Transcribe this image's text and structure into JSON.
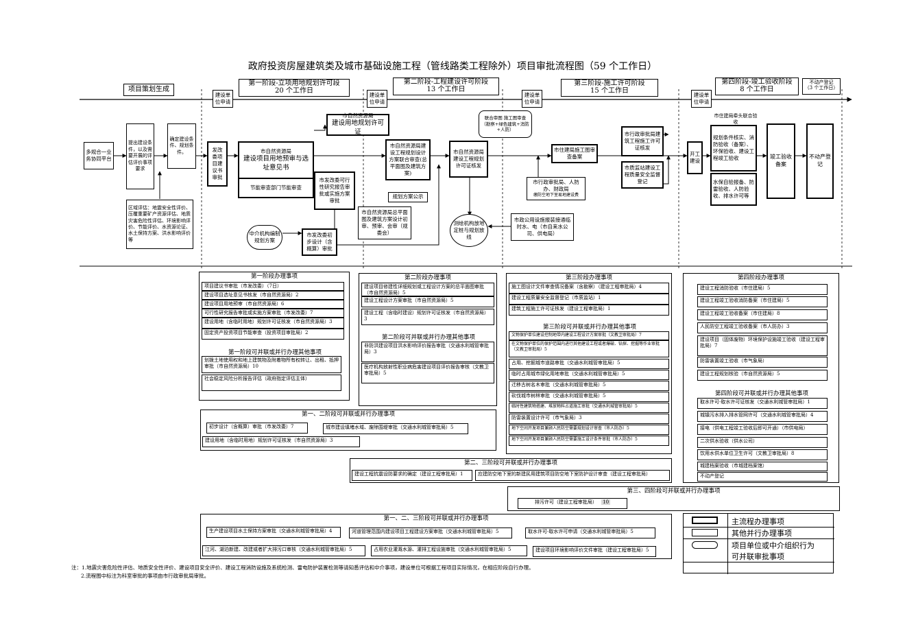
{
  "title": "政府投资房屋建筑类及城市基础设施工程（管线路类工程除外）项目审批流程图（59 个工作日）",
  "stages": [
    {
      "line1": "项目策划生成",
      "line2": ""
    },
    {
      "line1": "第一阶段-立项用地规划许可段",
      "line2": "20 个工作日"
    },
    {
      "line1": "第二阶段-工程建设许可阶段",
      "line2": "13 个工作日"
    },
    {
      "line1": "第三阶段-施工许可阶段",
      "line2": "15 个工作日"
    },
    {
      "line1": "第四阶段-竣工验收阶段",
      "line2": "8 个工作日"
    },
    {
      "line1": "不动产登记",
      "line2": "（3 个工作日）"
    }
  ],
  "apply_label": "建设单位申请",
  "flow": {
    "platform": "多规合一业务协同平台",
    "propose": "提出建设条件，以及需要开展的评估评价事项要求",
    "determine": "确定建设条件、规划条件。",
    "eval": "区域评估：地震安全性评价、压覆重要矿产资源评估、地质灾害危险性评估、环境影响评价、节能评价、水资源论证、水土保持方案、洪水影响评价等",
    "fgw_approve": "发改委项目建议书审批",
    "site_opinion_head": "市自然资源局",
    "site_opinion": "建设项目用地预审与选址意见书",
    "energy": "节能审查部门节能审查",
    "fgw_feasibility": "市发改委可行性研究报告审批或实施方案审批",
    "agency": "中介机构编制规划方案",
    "fgw_design": "市发改委初步设计（含概算）审批",
    "land_permit_head": "市自然资源局",
    "land_permit": "建设用地规划许可证",
    "plan_review": "市自然资源局总平面图及建筑方案设计初审、预审、会审（规委会）",
    "eng_plan": "市自然资源局建设工程规划设计方案联合审查(总平面图及建筑方案)",
    "plan_public": "规划方案公示",
    "joint_review": "联合审图 施工图审查（勘察+绿色建筑+消防+人防）",
    "eng_permit": "市自然资源局建设工程规划许可证核发",
    "survey": "测绘机构放地定桩与规划放线",
    "drawing_filing": "市住建局施工图审查备案",
    "air_defense": "市行政审批局、人防办、财政局",
    "air_defense_sub": "缴防空地下室易地建设费",
    "utilities": "市政公用设施报装接通临时水、电（市自来水公司、供电局）",
    "construction_permit": "市行政审批局建筑工程施工许可证核发",
    "quality_supervision": "市质监站建设工程质量安全监督登记",
    "start": "开工建设",
    "joint_accept_title": "市住建局牵头联合验收",
    "joint_accept": "规划条件核实、消防验收（备案）、环保验收、建设工程竣工验收",
    "water_accept": "水保自验报备、防雷验收、人防验收、排水许可等",
    "completion_filing": "竣工验收备案",
    "realty": "不动产登记"
  },
  "panels": {
    "p1": {
      "title": "第一阶段办理事项",
      "items": [
        "项目建议书审批（市发改委）（7日）",
        "建设项目选址意见书核发（市自然资源局）2",
        "建设项目用地预审（市自然资源局）6",
        "可行性研究报告审批或实施方案审批（市发改委）7",
        "建设用地（含临时用地）规划许可证核发（市自然资源局）3",
        "固定资产投资项目节能审查（投资项目审批局）2"
      ],
      "sub_title": "第一阶段可并联或并行办理其他事项",
      "sub_items": [
        "划拨土地使用权和地上建筑物及附着物所有权转让、出租、抵押审批（市自然资源局）10",
        "社会稳定风险分析报告评估（政府指定评估主体）"
      ]
    },
    "p2": {
      "title": "第二阶段办理事项",
      "items": [
        "建设项目修建性详细规划或工程设计方案的总平面图审批（市自然资源局）5",
        "建设工程设计方案审批（市自然资源局）5",
        "建设工程（含临时建设）规划许可证核发（市自然资源局）3"
      ],
      "sub_title": "第二阶段可并联或并行办理其他事项",
      "sub_items": [
        "非防洪建设项目洪水影响评价报告审批（交通水利城管审批局）3",
        "医疗机构放射性职业病危害建设项目评价报告审核（文教卫审批局）5"
      ]
    },
    "p3": {
      "title": "第三阶段办理事项",
      "items": [
        "施工图设计文件审查情况备案（含勘察）（建设工程审批局）4",
        "建设工程质量安全监督登记（市质监站）1",
        "建筑工程施工许可证核发（建设工程审批局）1"
      ],
      "sub_title": "第三阶段可并联或并行办理其他事项",
      "sub_items": [
        "文物保护单位建设控制地带内建设工程设计方案审批（文教卫审批局）7",
        "在文物保护单位的保护范围内进行其他建设工程或者爆破、钻探、挖掘等作业审批（文教卫审批局）5",
        "占用、挖掘城市道路审批（交通水利城管审批局）5",
        "临时占用城市绿化用地审批（交通水利城管审批局）5",
        "迁移古树名木审批（交通水利城管审批局）5",
        "砍伐城市树林审批（交通水利城管审批局）5",
        "临时性建筑物搭建、堆放物料占道施工审批（交通水利城管审批局）5",
        "防雷装置设计许可（市气象局）3",
        "地下空间开发项目兼顾人民防空需要规划设计审查（市人防办）5",
        "地下空间开发项目兼顾人民防空需要施工设计条件审批（市人防办）5"
      ]
    },
    "p4": {
      "title": "第四阶段办理事项",
      "items": [
        "建设工程消防验收（市住建局）5",
        "建设工程竣工验收消防备案（市住建局）5",
        "建设工程竣工验收备案（市住建局）8",
        "人民防空工程竣工验收备案（市人防办）3",
        "建设项目（固体废物）环境保护设施竣工验收（建设工程审批局）7",
        "防雷装置竣工验收（市气象局）",
        "建设工程规划核验（市自然资源局）5"
      ],
      "sub_title": "第四阶段可并联或并行办理其他事项",
      "sub_items": [
        "取水许可-取水许可证核发（交通水利城管审批局）1",
        "城镇污水排入排水管网许可（交通水利城管审批局）4",
        "接电（供电工程竣工验收后即可开通）（市供电局）",
        "二次供水验收（供水公司）",
        "饮用水供水单位卫生许可（文教卫审批局）8",
        "城建档案验收（市城建档案馆）",
        "不动产登记"
      ]
    },
    "p12": {
      "title": "第一、二阶段可并联或并行办理事项",
      "items": [
        "初步设计（含概算）审批（市发改委）7",
        "城市建设填堵水域、废除围堤审批（交通水利城管审批局）5",
        "建设用地（含临时用地）规划许可证核发（市自然资源局）3"
      ]
    },
    "p23": {
      "title": "第二、三阶段可并联或并行办理事项",
      "items": [
        "建设工程抗震设防要求的确定（建设工程审批局）1",
        "应建防空地下室的新建民用建筑项目防空地下室防护设计审查（建设工程审批局）"
      ]
    },
    "p34": {
      "title": "第三、四阶段可并联或并行办理事项",
      "items": [
        "排污许可（建设工程审批局）",
        "10"
      ]
    },
    "p123": {
      "title": "第一、二、三阶段可并联或并行办理事项",
      "items": [
        "生产建设项目水土保持方案审批（交通水利城管审批局）4",
        "河道管理范围内建设项目工程建设方案审批（交通水利城管审批局）5",
        "取水许可-取水许可申请（交通水利城管审批局）5",
        "江河、湖泊新建、改建或者扩大排污口审核（交通水利城管审批局）5",
        "占用农业灌溉水源、灌排工程设施审批（交通水利城管审批局）5",
        "建设项目环境影响评价文件审批（建设工程审批局）5"
      ]
    }
  },
  "legend": {
    "main": "主流程办理事项",
    "other": "其他并行办理事项",
    "org": "项目单位或中介组织行为",
    "parallel": "可并联审批事项"
  },
  "notes": [
    "注：1.地震灾害危险性评估、地质安全性评价、建设项目安全评价、建设工程消防设施及系统检测、雷电防护装置检测等请知悉评估和中介事项，建设单位可根据工程项目实际情况，在相应阶段自行办理。",
    "2.流程图中标注为科室审批的事项由市行政审批局审批。"
  ]
}
